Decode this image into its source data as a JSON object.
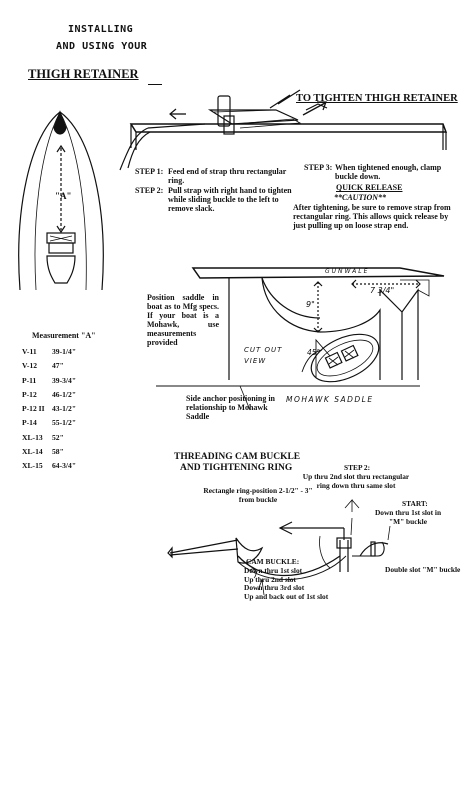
{
  "header": {
    "line1": "INSTALLING",
    "line2": "AND USING YOUR",
    "title": "THIGH RETAINER"
  },
  "tighten": {
    "heading": "TO TIGHTEN THIGH RETAINER",
    "step1_label": "STEP 1:",
    "step1_text": "Feed end of strap thru rectangular ring.",
    "step2_label": "STEP 2:",
    "step2_text": "Pull strap with right hand to tighten while sliding buckle to the left to remove slack.",
    "step3_label": "STEP 3:",
    "step3_text": "When tightened enough, clamp buckle down.",
    "quick_release_heading": "QUICK RELEASE",
    "caution": "**CAUTION**",
    "caution_text": "After tightening, be sure to remove strap from rectangular ring. This allows quick release by just pulling up on loose strap end."
  },
  "boat_diagram": {
    "label_a": "\"A\""
  },
  "saddle_diagram": {
    "position_note": "Position saddle in boat as to Mfg specs. If your boat is a Mohawk, use measurements provided",
    "gunwale": "GUNWALE",
    "dim_top": "7 3/4\"",
    "dim_side": "9\"",
    "angle": "45°",
    "cutout_label": "CUT OUT VIEW",
    "mohawk_saddle": "MOHAWK SADDLE",
    "anchor_note": "Side anchor positioning in relationship to Mohawk Saddle"
  },
  "measurements": {
    "heading": "Measurement \"A\"",
    "rows": [
      {
        "model": "V-11",
        "value": "39-1/4\""
      },
      {
        "model": "V-12",
        "value": "47\""
      },
      {
        "model": "P-11",
        "value": "39-3/4\""
      },
      {
        "model": "P-12",
        "value": "46-1/2\""
      },
      {
        "model": "P-12 II",
        "value": "43-1/2\""
      },
      {
        "model": "P-14",
        "value": "55-1/2\""
      },
      {
        "model": "XL-13",
        "value": "52\""
      },
      {
        "model": "XL-14",
        "value": "58\""
      },
      {
        "model": "XL-15",
        "value": "64-3/4\""
      }
    ]
  },
  "threading": {
    "heading_line1": "THREADING CAM BUCKLE",
    "heading_line2": "AND TIGHTENING RING",
    "step2_label": "STEP 2:",
    "step2_text": "Up thru 2nd slot thru rectangular ring down thru same slot",
    "ring_note": "Rectangle ring-position 2-1/2\" - 3\" from buckle",
    "start_label": "START:",
    "start_text": "Down thru 1st slot in \"M\" buckle",
    "cam_label": "CAM BUCKLE:",
    "cam_steps": [
      "Down thru 1st slot",
      "Up thru 2nd slot",
      "Down thru 3rd slot",
      "Up and back out of 1st slot"
    ],
    "double_slot": "Double slot \"M\" buckle"
  }
}
